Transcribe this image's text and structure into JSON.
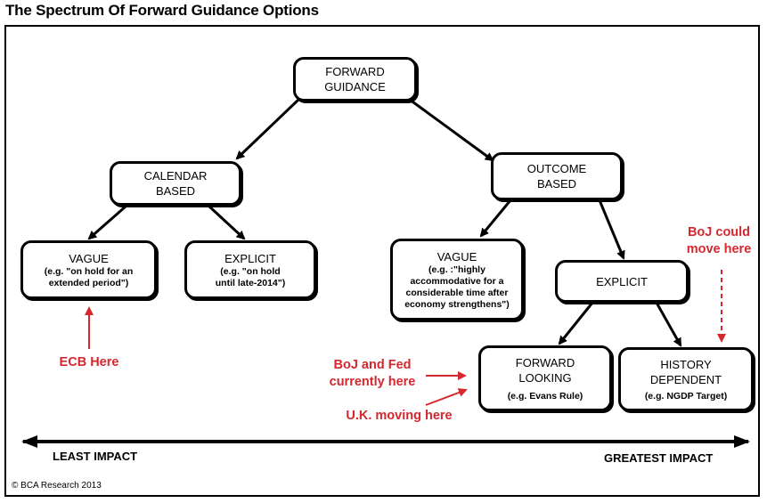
{
  "title": "The Spectrum Of Forward Guidance Options",
  "nodes": {
    "forward_guidance": {
      "label": "FORWARD\nGUIDANCE"
    },
    "calendar_based": {
      "label": "CALENDAR\nBASED"
    },
    "outcome_based": {
      "label": "OUTCOME\nBASED"
    },
    "vague_calendar": {
      "label": "VAGUE",
      "sub": "(e.g. \"on hold for an\nextended period\")"
    },
    "explicit_calendar": {
      "label": "EXPLICIT",
      "sub": "(e.g. \"on hold\nuntil late-2014\")"
    },
    "vague_outcome": {
      "label": "VAGUE",
      "sub": "(e.g. :\"highly\naccommodative for a\nconsiderable time after\neconomy strengthens\")"
    },
    "explicit_outcome": {
      "label": "EXPLICIT"
    },
    "forward_looking": {
      "label": "FORWARD\nLOOKING",
      "sub": "(e.g. Evans Rule)"
    },
    "history_dependent": {
      "label": "HISTORY\nDEPENDENT",
      "sub": "(e.g. NGDP Target)"
    }
  },
  "annotations": {
    "ecb": "ECB Here",
    "boj_fed": "BoJ and Fed\ncurrently here",
    "uk": "U.K. moving here",
    "boj_could": "BoJ could\nmove here"
  },
  "axis": {
    "left_label": "LEAST IMPACT",
    "right_label": "GREATEST IMPACT"
  },
  "footer": "© BCA Research 2013",
  "colors": {
    "annotation": "#d6262e",
    "line": "#000000"
  }
}
